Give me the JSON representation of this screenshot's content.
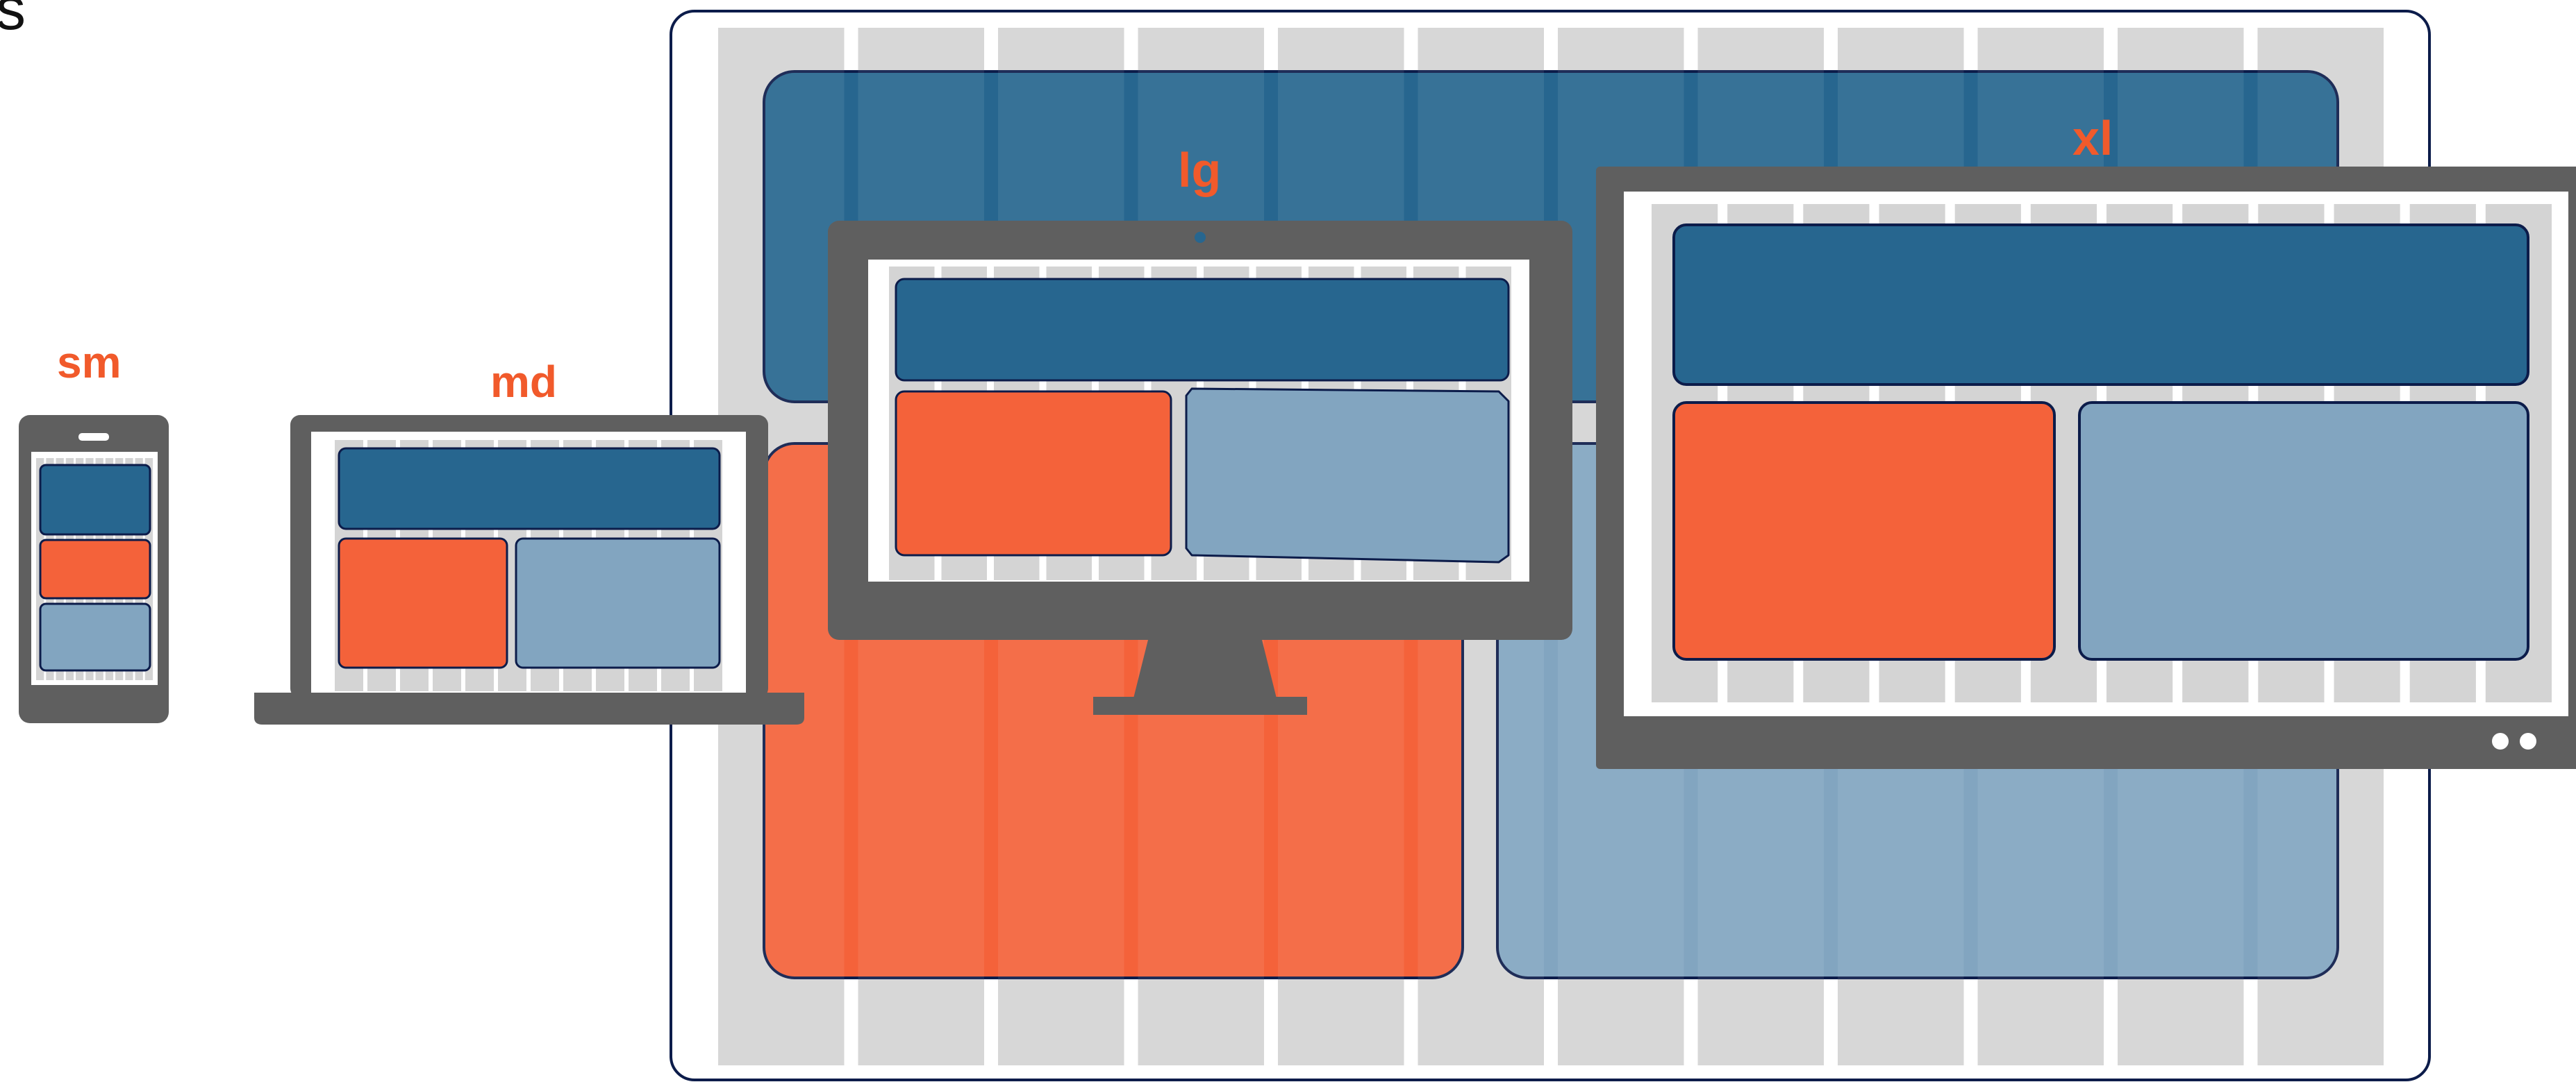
{
  "labels": {
    "xs": "s",
    "sm": "sm",
    "md": "md",
    "lg": "lg",
    "xl": "xl"
  },
  "colors": {
    "dark_blue": "#27668f",
    "orange": "#f4623a",
    "light_blue": "#82a5c0",
    "device_gray": "#5f5f5f",
    "grid_gray": "#d4d4d4",
    "outline_navy": "#0c1c4a",
    "label_orange": "#f15a2b"
  },
  "grid": {
    "columns": 12
  },
  "devices": [
    {
      "name": "phone",
      "breakpoint": "sm",
      "block_icon_names": [
        "header-block",
        "orange-block",
        "light-blue-block"
      ]
    },
    {
      "name": "laptop",
      "breakpoint": "md",
      "block_icon_names": [
        "header-block",
        "orange-block",
        "light-blue-block"
      ]
    },
    {
      "name": "desktop-monitor",
      "breakpoint": "lg",
      "block_icon_names": [
        "header-block",
        "orange-block",
        "light-blue-block"
      ]
    },
    {
      "name": "tv",
      "breakpoint": "xl",
      "block_icon_names": [
        "header-block",
        "orange-block",
        "light-blue-block"
      ]
    }
  ]
}
